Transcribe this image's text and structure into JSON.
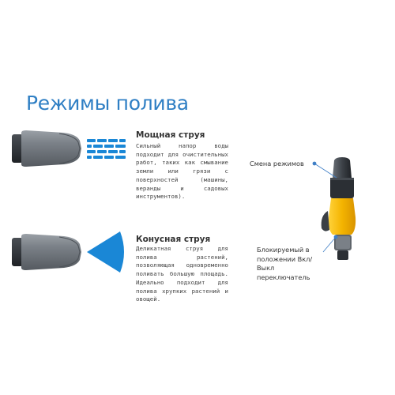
{
  "title": "Режимы полива",
  "modes": [
    {
      "name": "Мощная струя",
      "description": "Сильный напор воды подходит для очистительных работ, таких как смывание земли или грязи с поверхностей (машины, веранды и садовых инструментов).",
      "icon": "jet-stream-icon"
    },
    {
      "name": "Конусная струя",
      "description": "Деликатная струя для полива растений, позволяющая одновременно поливать большую площадь. Идеально подходит для полива хрупких растений и овощей.",
      "icon": "cone-spray-icon"
    }
  ],
  "callouts": {
    "mode_change": "Смена режимов",
    "lock_switch": "Блокируемый в положении Вкл/Выкл переключатель"
  },
  "colors": {
    "title": "#2f7fc4",
    "spray": "#1a87d6",
    "nozzle_body": "#6e747b",
    "nozzle_cap": "#2f3338",
    "accent_yellow": "#f4b400",
    "callout_line": "#3f7fc6"
  }
}
